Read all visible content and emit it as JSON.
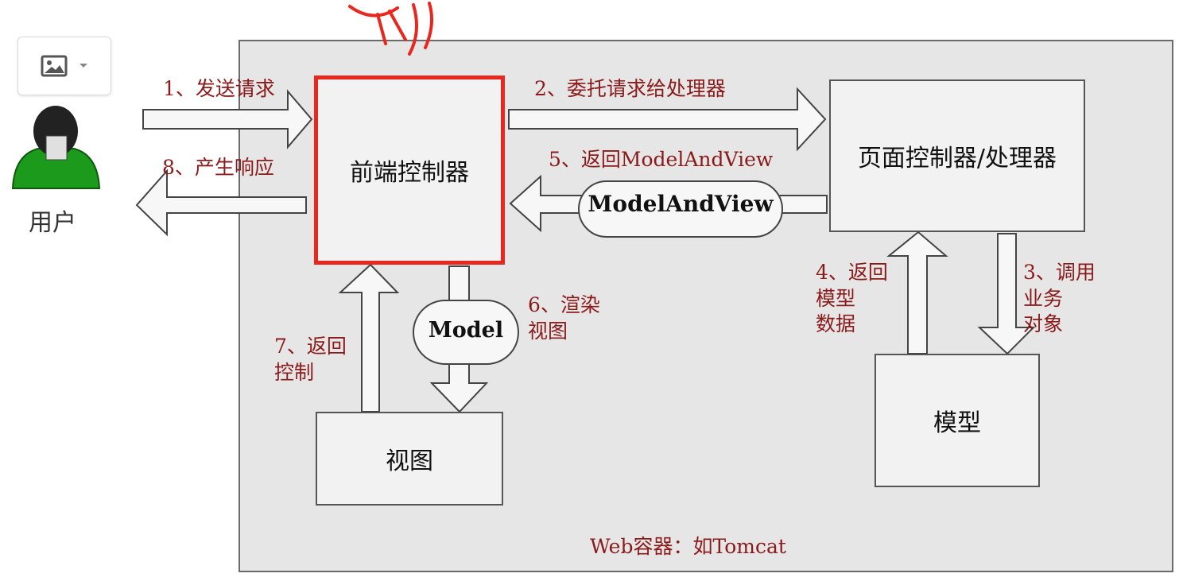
{
  "toolbar": {
    "image_icon": "image-icon",
    "dropdown_icon": "chevron-down-icon"
  },
  "user": {
    "label": "用户",
    "icon": "user-avatar-icon"
  },
  "boxes": {
    "front_controller": "前端控制器",
    "page_controller": "页面控制器/处理器",
    "view": "视图",
    "model": "模型"
  },
  "pills": {
    "model_and_view": "ModelAndView",
    "model": "Model"
  },
  "steps": {
    "s1": "1、发送请求",
    "s2": "2、委托请求给处理器",
    "s3": "3、调用\n业务\n对象",
    "s4": "4、返回\n模型\n数据",
    "s5": "5、返回ModelAndView",
    "s6": "6、渲染\n视图",
    "s7": "7、返回\n控制",
    "s8": "8、产生响应"
  },
  "container_caption": "Web容器：如Tomcat",
  "colors": {
    "highlight": "#e8281e",
    "label": "#8b1a1a",
    "user_green": "#1c9a1c",
    "container_bg": "#e6e6e6"
  }
}
